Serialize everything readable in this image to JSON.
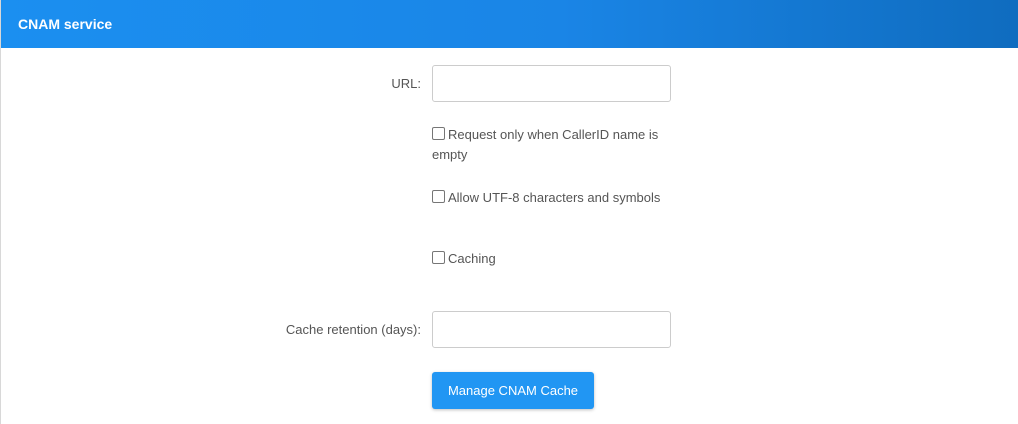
{
  "panel": {
    "title": "CNAM service"
  },
  "form": {
    "url_label": "URL:",
    "url_value": "",
    "request_only_label": "Request only when CallerID name is empty",
    "request_only_checked": false,
    "allow_utf8_label": "Allow UTF-8 characters and symbols",
    "allow_utf8_checked": false,
    "caching_label": "Caching",
    "caching_checked": false,
    "cache_retention_label": "Cache retention (days):",
    "cache_retention_value": "",
    "manage_cache_button": "Manage CNAM Cache"
  },
  "colors": {
    "header_start": "#1b8ff0",
    "header_end": "#0f6cbf",
    "button": "#2196f3"
  }
}
